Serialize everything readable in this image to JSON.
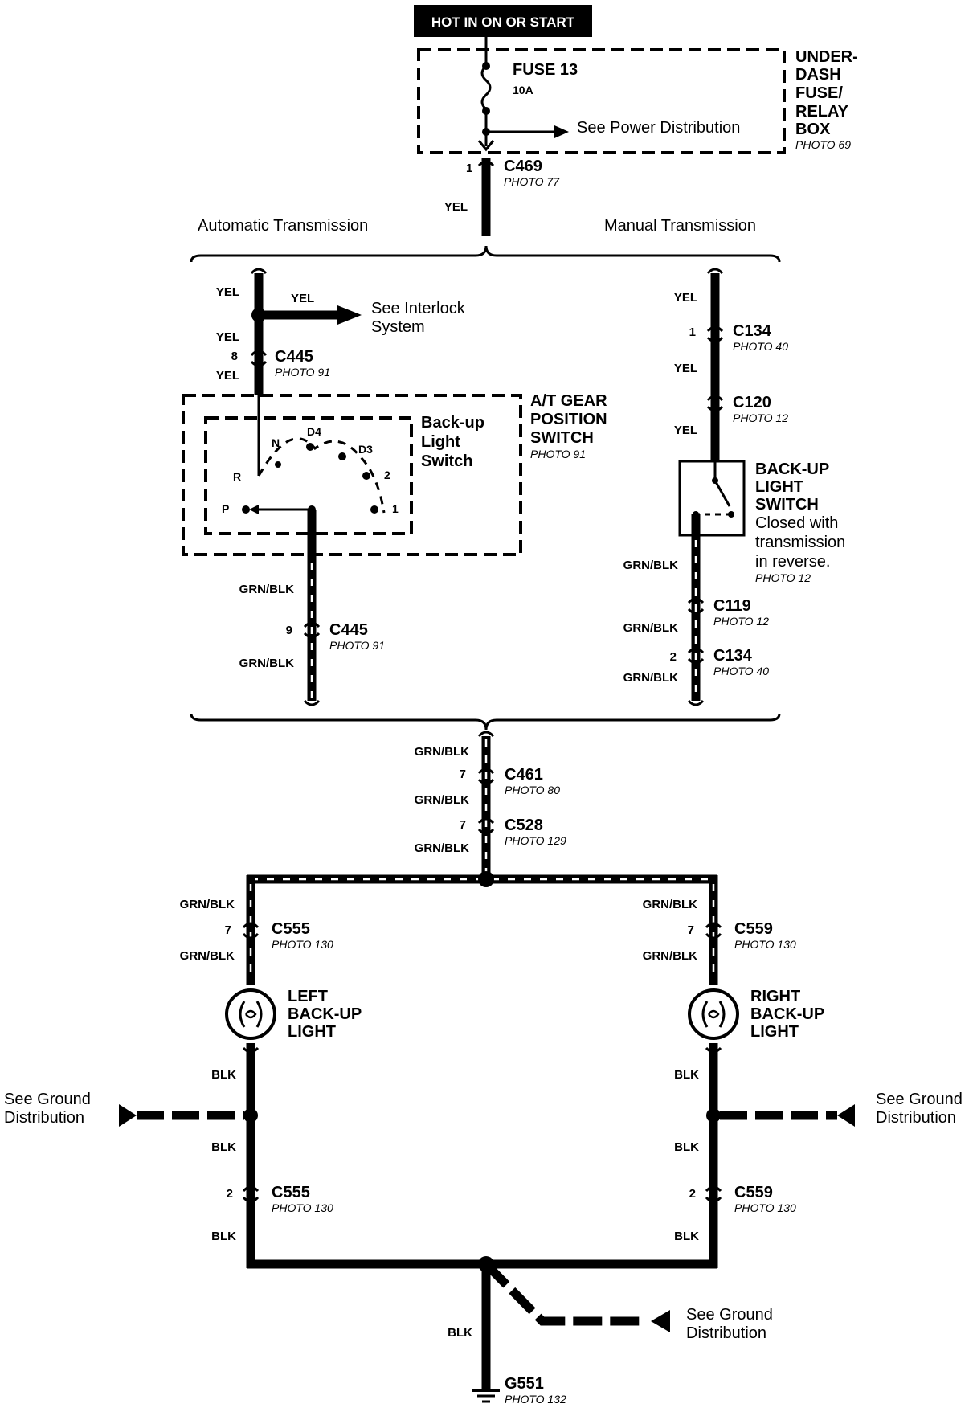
{
  "header": {
    "title": "HOT IN ON OR START"
  },
  "fuse_box": {
    "fuse_name": "FUSE 13",
    "fuse_rating": "10A",
    "power_note": "See Power Distribution",
    "box_name": [
      "UNDER-",
      "DASH",
      "FUSE/",
      "RELAY",
      "BOX"
    ],
    "box_photo": "PHOTO 69"
  },
  "main_feed": {
    "pin": "1",
    "connector": "C469",
    "photo": "PHOTO 77",
    "wire": "YEL"
  },
  "sections": {
    "automatic": "Automatic Transmission",
    "manual": "Manual Transmission"
  },
  "automatic": {
    "wire_top": "YEL",
    "wire_branch": "YEL",
    "interlock_note": [
      "See Interlock",
      "System"
    ],
    "wire_above_c445": "YEL",
    "c445_top_pin": "8",
    "c445_top": "C445",
    "c445_top_photo": "PHOTO 91",
    "wire_below_c445": "YEL",
    "switch_label": [
      "Back-up",
      "Light",
      "Switch"
    ],
    "gear_switch_name": [
      "A/T GEAR",
      "POSITION",
      "SWITCH"
    ],
    "gear_switch_photo": "PHOTO 91",
    "positions": {
      "p": "P",
      "r": "R",
      "n": "N",
      "d4": "D4",
      "d3": "D3",
      "two": "2",
      "one": "1"
    },
    "wire_out": "GRN/BLK",
    "c445_bottom_pin": "9",
    "c445_bottom": "C445",
    "c445_bottom_photo": "PHOTO 91",
    "wire_out_2": "GRN/BLK"
  },
  "manual": {
    "wire_top": "YEL",
    "c134_top_pin": "1",
    "c134_top": "C134",
    "c134_top_photo": "PHOTO 40",
    "wire_mid": "YEL",
    "c120": "C120",
    "c120_photo": "PHOTO 12",
    "wire_to_switch": "YEL",
    "switch_name": [
      "BACK-UP",
      "LIGHT",
      "SWITCH"
    ],
    "switch_note": [
      "Closed with",
      "transmission",
      "in reverse."
    ],
    "switch_photo": "PHOTO 12",
    "wire_out": "GRN/BLK",
    "c119": "C119",
    "c119_photo": "PHOTO 12",
    "wire_out_2": "GRN/BLK",
    "c134_bottom_pin": "2",
    "c134_bottom": "C134",
    "c134_bottom_photo": "PHOTO 40",
    "wire_out_3": "GRN/BLK"
  },
  "combined": {
    "wire_1": "GRN/BLK",
    "c461_pin": "7",
    "c461": "C461",
    "c461_photo": "PHOTO 80",
    "wire_2": "GRN/BLK",
    "c528_pin": "7",
    "c528": "C528",
    "c528_photo": "PHOTO 129",
    "wire_3": "GRN/BLK"
  },
  "left_light": {
    "wire_in": "GRN/BLK",
    "connector_pin": "7",
    "connector": "C555",
    "connector_photo": "PHOTO 130",
    "wire_in_2": "GRN/BLK",
    "name": [
      "LEFT",
      "BACK-UP",
      "LIGHT"
    ],
    "wire_gnd": "BLK",
    "ground_note": [
      "See Ground",
      "Distribution"
    ],
    "wire_gnd_2": "BLK",
    "gnd_pin": "2",
    "gnd_connector": "C555",
    "gnd_photo": "PHOTO 130",
    "wire_gnd_3": "BLK"
  },
  "right_light": {
    "wire_in": "GRN/BLK",
    "connector_pin": "7",
    "connector": "C559",
    "connector_photo": "PHOTO 130",
    "wire_in_2": "GRN/BLK",
    "name": [
      "RIGHT",
      "BACK-UP",
      "LIGHT"
    ],
    "wire_gnd": "BLK",
    "ground_note": [
      "See Ground",
      "Distribution"
    ],
    "wire_gnd_2": "BLK",
    "gnd_pin": "2",
    "gnd_connector": "C559",
    "gnd_photo": "PHOTO 130",
    "wire_gnd_3": "BLK"
  },
  "ground": {
    "note": [
      "See Ground",
      "Distribution"
    ],
    "wire": "BLK",
    "name": "G551",
    "photo": "PHOTO 132"
  }
}
